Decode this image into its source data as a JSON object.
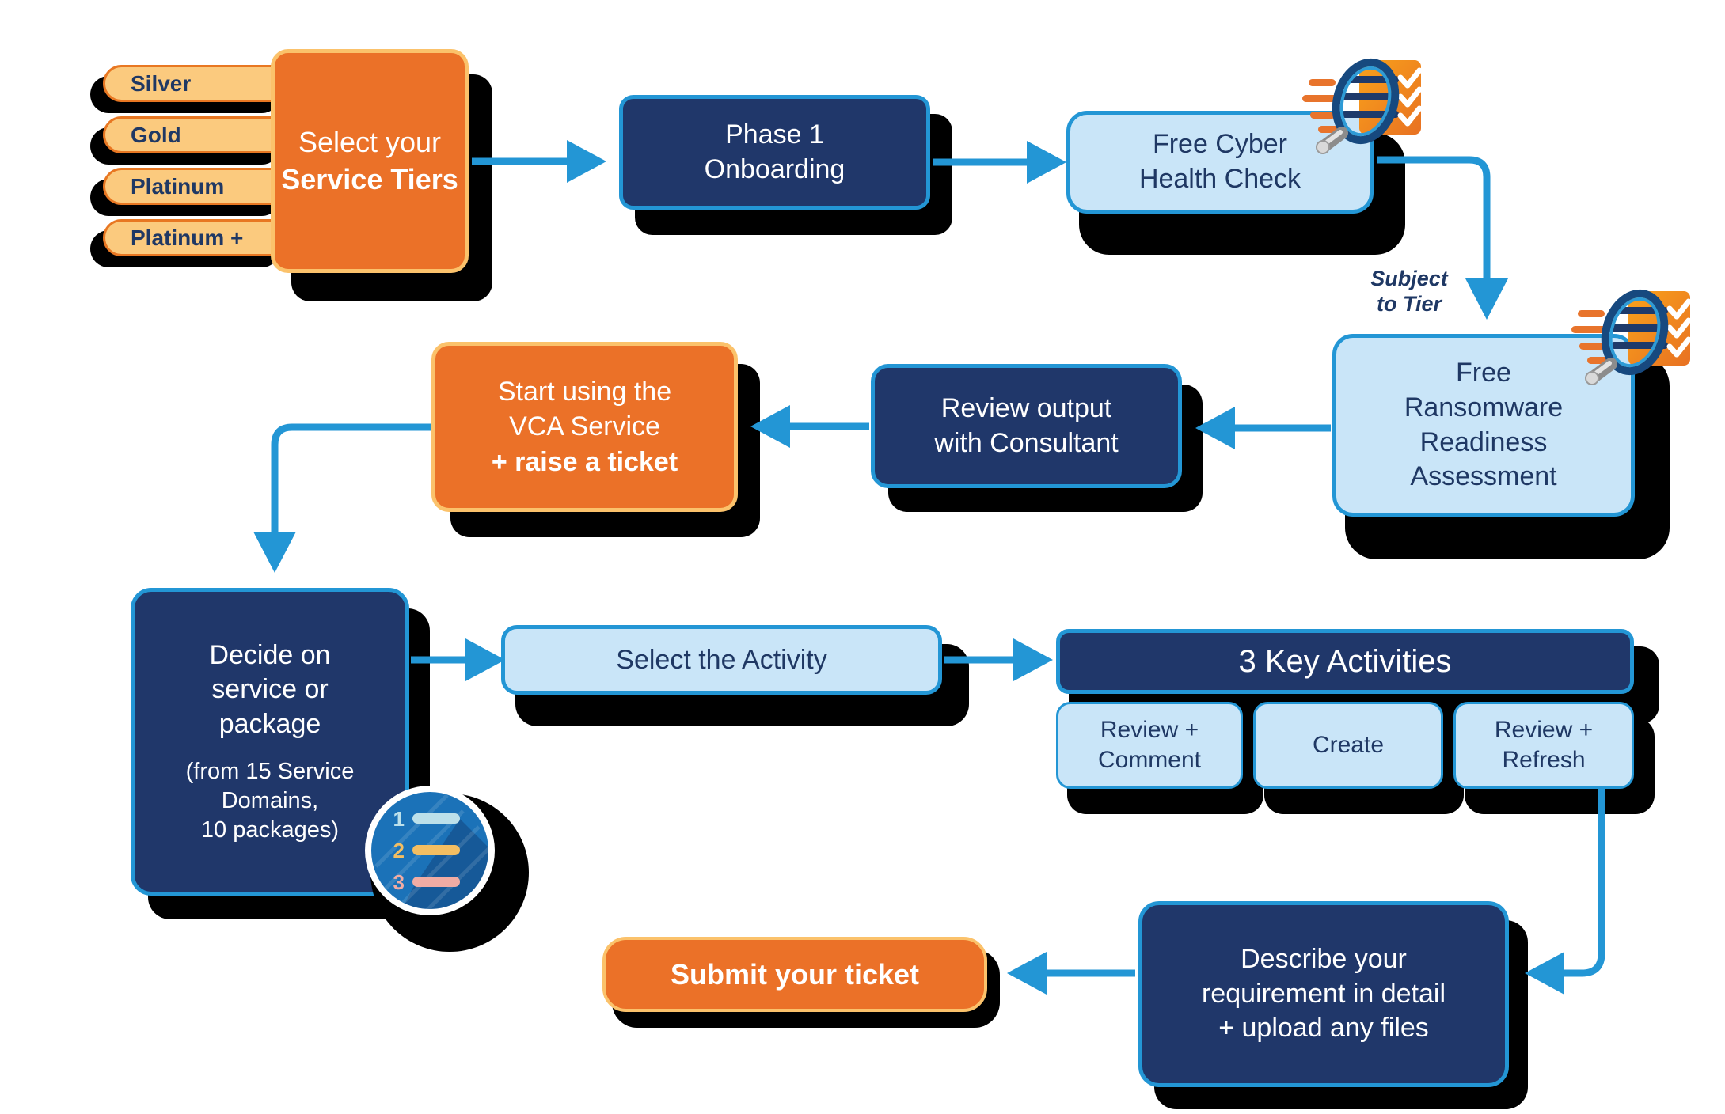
{
  "colors": {
    "arrow_blue": "#2396D5",
    "navy_fill": "#20376A",
    "light_blue_fill": "#C9E5F8",
    "orange_fill": "#EB7128",
    "tab_fill": "#FBCA7E",
    "tab_border": "#E87722",
    "orange_box_border": "#FBC26B",
    "text_navy": "#1F3864",
    "shadow": "#000000"
  },
  "tiers": {
    "items": [
      "Silver",
      "Gold",
      "Platinum",
      "Platinum +"
    ]
  },
  "select_tiers": {
    "line1": "Select your",
    "line2": "Service Tiers"
  },
  "phase1": {
    "label": "Phase 1\nOnboarding"
  },
  "cyber_check": {
    "label": "Free Cyber\nHealth Check"
  },
  "subject_note": {
    "label": "Subject\nto Tier"
  },
  "ransomware": {
    "label": "Free\nRansomware\nReadiness\nAssessment"
  },
  "review_output": {
    "label": "Review output\nwith Consultant"
  },
  "start_vca": {
    "line1": "Start using the",
    "line2": "VCA Service",
    "line3": "+ raise a ticket"
  },
  "decide": {
    "title": "Decide on\nservice or\npackage",
    "subtitle": "(from 15 Service\nDomains,\n10 packages)"
  },
  "circle_icon": {
    "numbers": [
      "1",
      "2",
      "3"
    ]
  },
  "select_activity": {
    "label": "Select the Activity"
  },
  "key_activities": {
    "title": "3 Key Activities",
    "items": [
      {
        "label": "Review +\nComment"
      },
      {
        "label": "Create"
      },
      {
        "label": "Review +\nRefresh"
      }
    ]
  },
  "describe": {
    "label": "Describe your\nrequirement in detail\n+ upload any files"
  },
  "submit": {
    "label": "Submit your ticket"
  }
}
